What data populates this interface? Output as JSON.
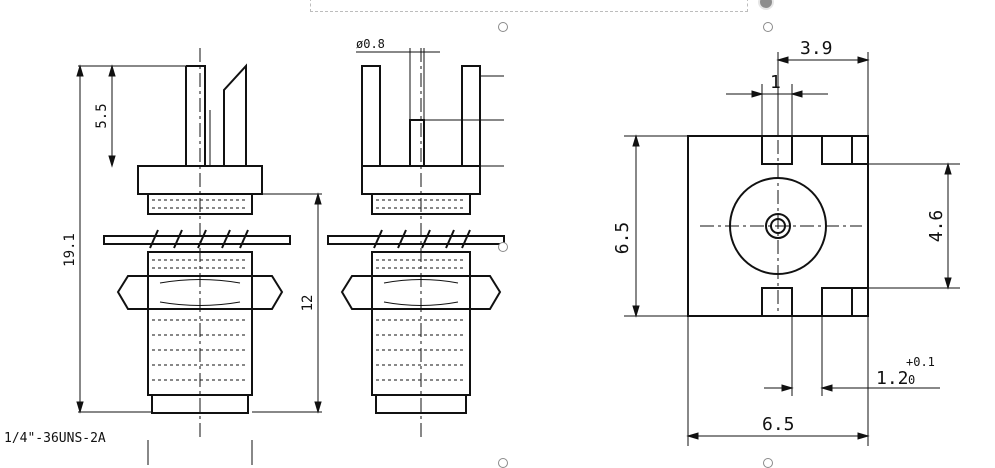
{
  "drawing": {
    "dims": {
      "height_total": "19.1",
      "pin_height": "5.5",
      "body_height": "12",
      "pin_diameter": "ø0.8",
      "width_top": "3.9",
      "gap_width": "1",
      "height_left": "6.5",
      "height_right": "4.6",
      "width_bottom": "6.5",
      "slot_base": "1.2",
      "slot_tol_plus": "+0.1",
      "slot_tol_minus": "0"
    },
    "thread_spec": "1/4\"-36UNS-2A"
  },
  "colors": {
    "line": "#111111",
    "selection": "#bdbdbd",
    "handle": "#8a8a8a"
  }
}
